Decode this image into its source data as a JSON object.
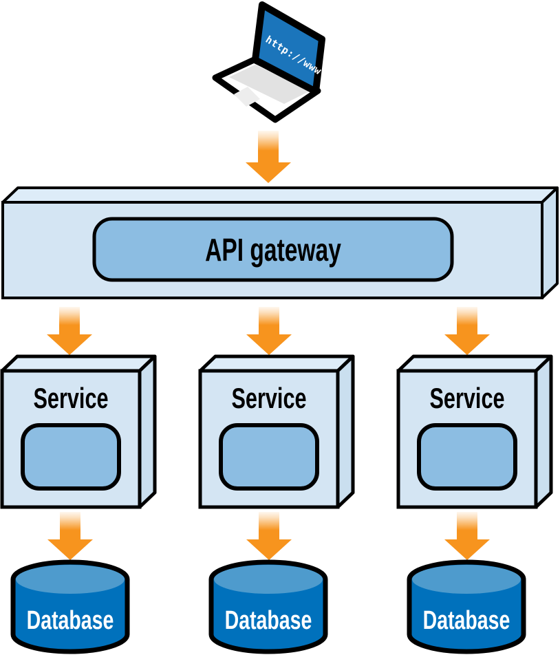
{
  "figure": {
    "type": "architecture-diagram",
    "client": {
      "device": "laptop",
      "screen_text": "http://www"
    },
    "gateway": {
      "label": "API gateway"
    },
    "services": [
      {
        "label": "Service"
      },
      {
        "label": "Service"
      },
      {
        "label": "Service"
      }
    ],
    "databases": [
      {
        "label": "Database"
      },
      {
        "label": "Database"
      },
      {
        "label": "Database"
      }
    ],
    "colors": {
      "arrow_orange": "#f7941e",
      "box_face": "#d4e5f3",
      "box_top": "#ddecf8",
      "box_side": "#cadfef",
      "inner_panel": "#8cbde2",
      "db_body": "#0071bc",
      "db_top": "#4e9bcd",
      "laptop_screen": "#1b75bb",
      "keyboard_gray": "#e2e2e2",
      "trackpad_gray": "#ededed",
      "outline": "#000000"
    }
  }
}
